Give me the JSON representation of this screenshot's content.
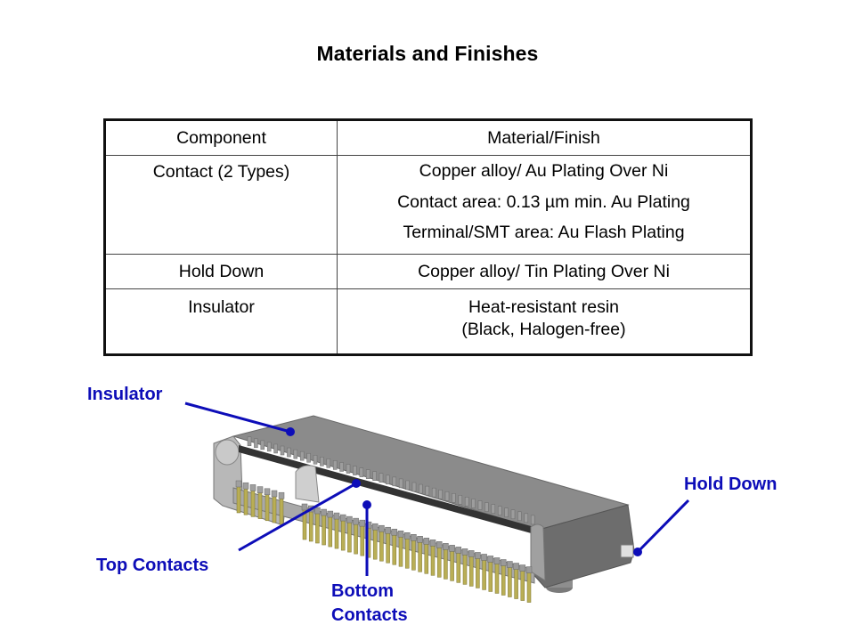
{
  "page": {
    "title": "Materials and Finishes"
  },
  "table": {
    "headers": [
      "Component",
      "Material/Finish"
    ],
    "rows": [
      {
        "component": "Contact (2 Types)",
        "material": [
          "Copper alloy/ Au Plating Over Ni",
          "Contact area: 0.13 µm min. Au Plating",
          "Terminal/SMT area: Au Flash Plating"
        ]
      },
      {
        "component": "Hold Down",
        "material": [
          "Copper alloy/ Tin Plating Over Ni"
        ]
      },
      {
        "component": "Insulator",
        "material": [
          "Heat-resistant resin",
          "(Black, Halogen-free)"
        ]
      }
    ]
  },
  "diagram": {
    "callouts": {
      "insulator": "Insulator",
      "hold_down": "Hold Down",
      "top_contacts": "Top Contacts",
      "bottom_contacts_line1": "Bottom",
      "bottom_contacts_line2": "Contacts"
    },
    "colors": {
      "callout": "#0d0db8",
      "insulator_top": "#8a8a8a",
      "insulator_front": "#6f6f6f",
      "insulator_light": "#b5b5b5",
      "contact_gold": "#b9ae55"
    }
  }
}
